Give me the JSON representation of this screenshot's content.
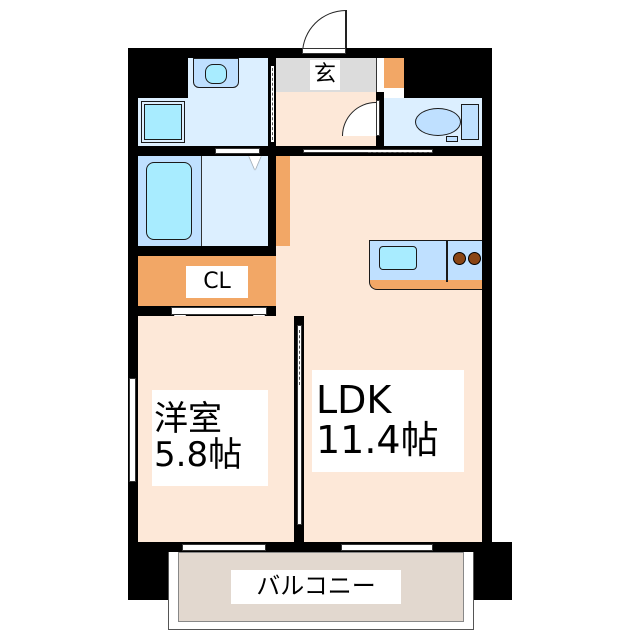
{
  "floorplan": {
    "rooms": {
      "entrance": {
        "label": "玄"
      },
      "closet": {
        "label": "CL"
      },
      "western_room": {
        "name": "洋室",
        "size": "5.8帖"
      },
      "ldk": {
        "name": "LDK",
        "size": "11.4帖"
      },
      "balcony": {
        "label": "バルコニー"
      }
    },
    "colors": {
      "wall": "#000000",
      "room_floor": "#fde8d8",
      "wet_area": "#dcefff",
      "fixture_blue": "#a8ecff",
      "fixture_light_blue": "#bfe0ff",
      "storage_orange": "#f2a766",
      "entrance_gray": "#dcdcdc",
      "balcony": "#e2d8cf",
      "stove_burner": "#8a4514"
    }
  }
}
